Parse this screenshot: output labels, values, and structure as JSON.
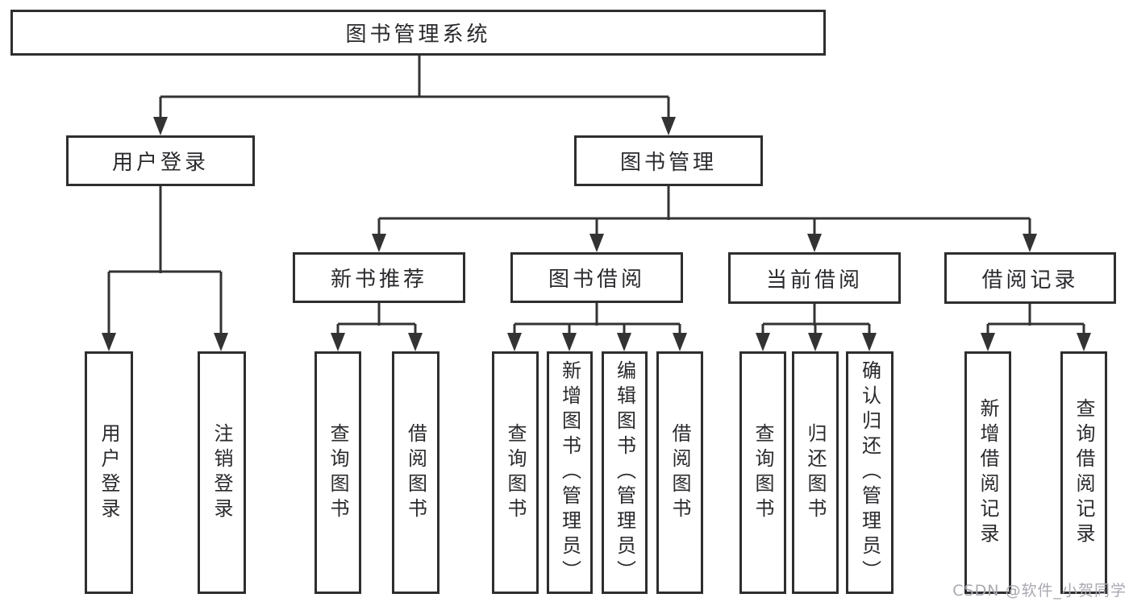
{
  "tree": {
    "root": "图书管理系统",
    "branches": [
      {
        "label": "用户登录",
        "children": [
          "用户登录",
          "注销登录"
        ]
      },
      {
        "label": "图书管理",
        "children": [
          {
            "label": "新书推荐",
            "children": [
              "查询图书",
              "借阅图书"
            ]
          },
          {
            "label": "图书借阅",
            "children": [
              "查询图书",
              "新增图书（管理员）",
              "编辑图书（管理员）",
              "借阅图书"
            ]
          },
          {
            "label": "当前借阅",
            "children": [
              "查询图书",
              "归还图书",
              "确认归还（管理员）"
            ]
          },
          {
            "label": "借阅记录",
            "children": [
              "新增借阅记录",
              "查询借阅记录"
            ]
          }
        ]
      }
    ]
  },
  "colors": {
    "line": "#333333",
    "box_border": "#2e2e2e",
    "text": "#2a2a2e",
    "watermark": "#a9a9b2",
    "background": "#ffffff"
  },
  "watermark": {
    "text": "CSDN @软件_小贺同学"
  }
}
